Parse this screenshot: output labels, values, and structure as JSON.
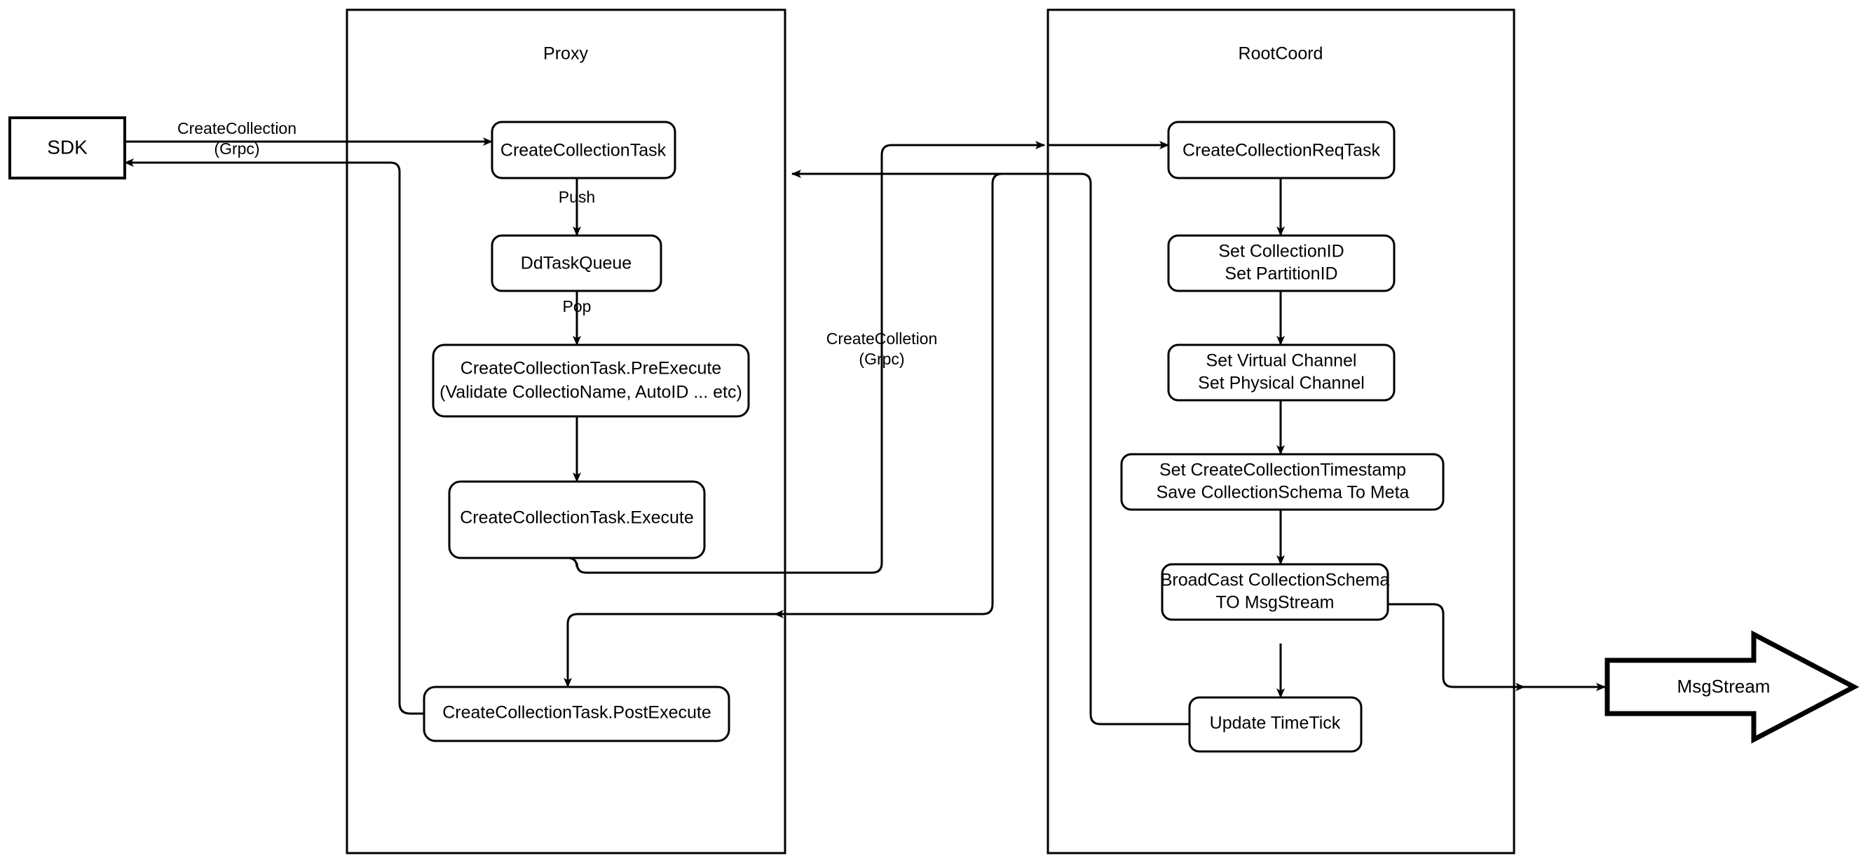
{
  "diagram": {
    "title": "Milvus CreateCollection Sequence Flow",
    "containers": [
      {
        "id": "proxy",
        "label": "Proxy"
      },
      {
        "id": "rootcoord",
        "label": "RootCoord"
      }
    ],
    "external_nodes": [
      {
        "id": "sdk",
        "label": "SDK",
        "shape": "rect"
      },
      {
        "id": "msgstream",
        "label": "MsgStream",
        "shape": "block-arrow"
      }
    ],
    "proxy_nodes": [
      {
        "id": "create-collection-task",
        "label": "CreateCollectionTask"
      },
      {
        "id": "dd-task-queue",
        "label": "DdTaskQueue"
      },
      {
        "id": "pre-execute",
        "line1": "CreateCollectionTask.PreExecute",
        "line2": "(Validate CollectioName, AutoID ... etc)"
      },
      {
        "id": "execute",
        "label": "CreateCollectionTask.Execute"
      },
      {
        "id": "post-execute",
        "label": "CreateCollectionTask.PostExecute"
      }
    ],
    "rootcoord_nodes": [
      {
        "id": "create-collection-req-task",
        "label": "CreateCollectionReqTask"
      },
      {
        "id": "set-ids",
        "line1": "Set CollectionID",
        "line2": "Set PartitionID"
      },
      {
        "id": "set-channels",
        "line1": "Set Virtual Channel",
        "line2": "Set Physical Channel"
      },
      {
        "id": "set-timestamp-meta",
        "line1": "Set CreateCollectionTimestamp",
        "line2": "Save CollectionSchema To Meta"
      },
      {
        "id": "broadcast-schema",
        "line1": "BroadCast CollectionSchema",
        "line2": "TO MsgStream"
      },
      {
        "id": "update-timetick",
        "label": "Update TimeTick"
      }
    ],
    "edge_labels": [
      {
        "id": "sdk-to-proxy",
        "line1": "CreateCollection",
        "line2": "(Grpc)"
      },
      {
        "id": "push",
        "label": "Push"
      },
      {
        "id": "pop",
        "label": "Pop"
      },
      {
        "id": "proxy-to-rootcoord",
        "line1": "CreateColletion",
        "line2": "(Grpc)"
      }
    ],
    "colors": {
      "stroke": "#000000",
      "fill": "#ffffff",
      "background": "#ffffff"
    }
  }
}
